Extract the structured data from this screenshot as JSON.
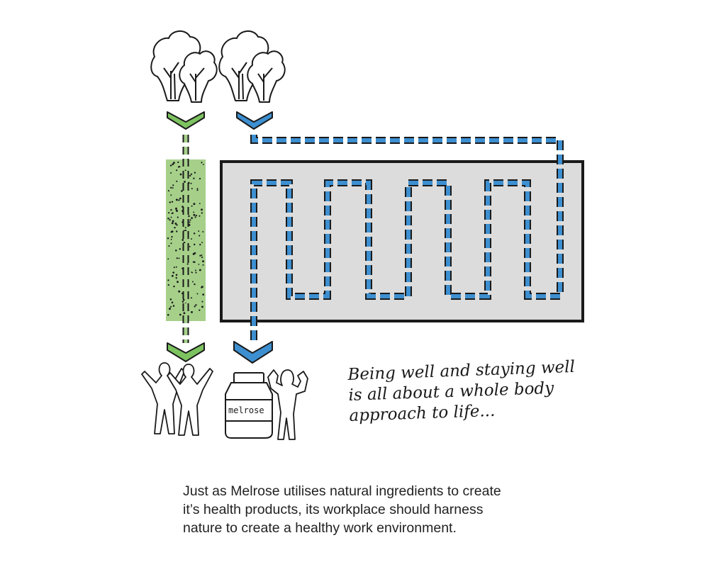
{
  "colors": {
    "green_fill": "#a6d08a",
    "green_arrow": "#7cc360",
    "blue_path": "#3d8fd0",
    "building_fill": "#dcdcdc",
    "ink": "#1a1a1a"
  },
  "bottle_label": "melrose",
  "quote_lines": [
    "Being well and staying well",
    "is all about a whole body",
    "approach to life..."
  ],
  "caption_lines": [
    "Just as Melrose utilises natural ingredients to create",
    "it’s health products, its workplace should harness",
    "nature to create a healthy work environment."
  ],
  "icons": [
    "tree-pair-icon",
    "chevron-down-icon",
    "dotted-path-icon",
    "building-block-icon",
    "cheering-people-icon",
    "supplement-bottle-icon",
    "flexing-person-icon"
  ]
}
